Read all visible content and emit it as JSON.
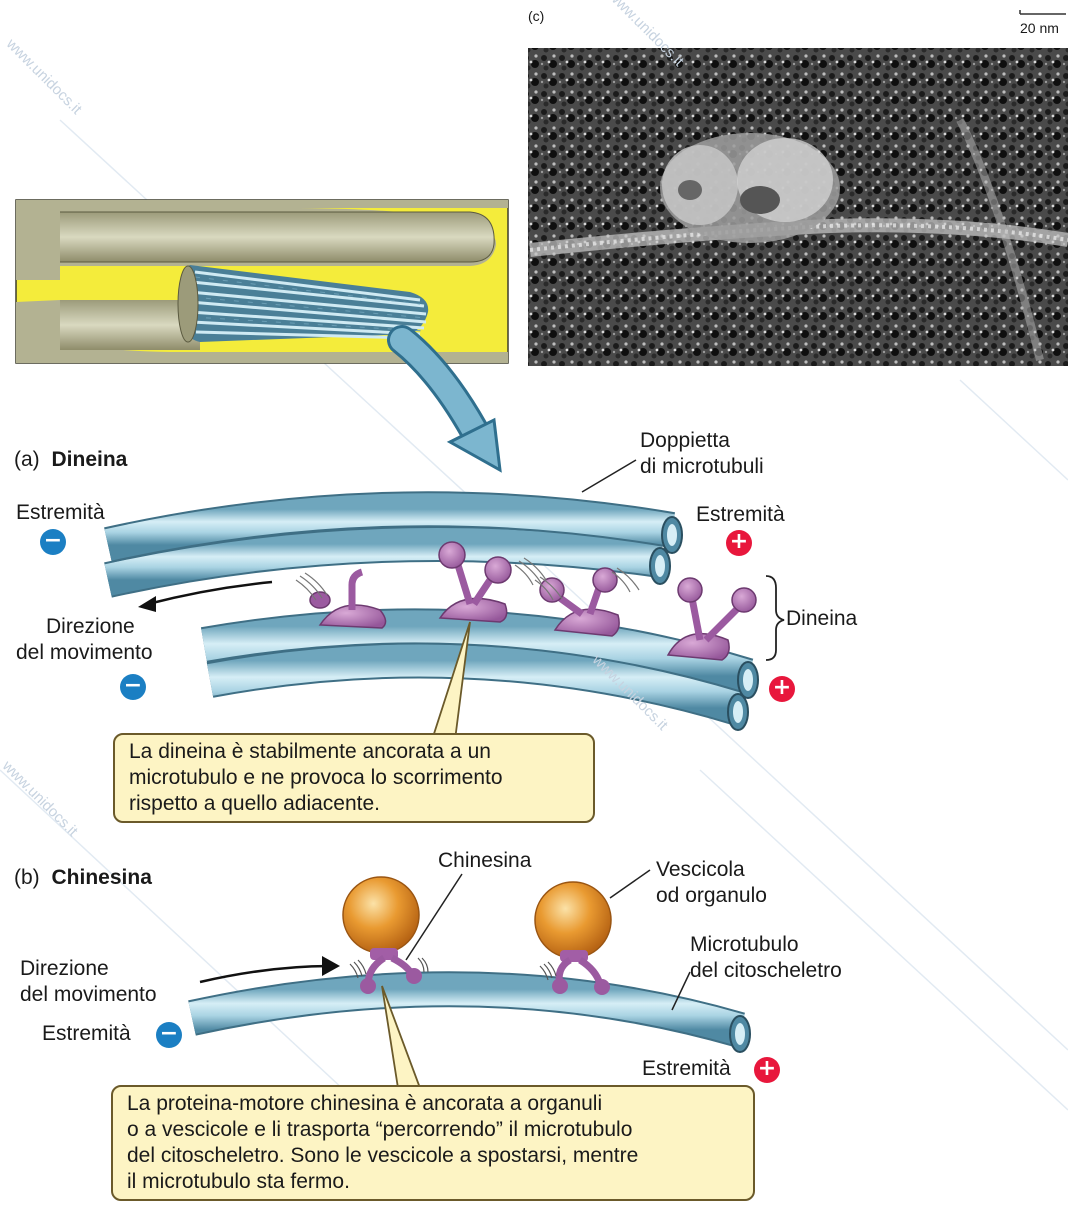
{
  "panel_c": {
    "label": "(c)",
    "scale_bar": "20 nm"
  },
  "panel_a": {
    "letter": "(a)",
    "title": "Dineina",
    "doublet_label": [
      "Doppietta",
      "di microtubuli"
    ],
    "minus_end_label": "Estremità",
    "plus_end_label": "Estremità",
    "dynein_label": "Dineina",
    "direction_label": [
      "Direzione",
      "del movimento"
    ],
    "minus_symbol": "−",
    "plus_symbol": "+",
    "callout": [
      "La dineina è stabilmente ancorata a un",
      "microtubulo e ne provoca lo scorrimento",
      "rispetto a quello adiacente."
    ]
  },
  "panel_b": {
    "letter": "(b)",
    "title": "Chinesina",
    "kinesin_label": "Chinesina",
    "vesicle_label": [
      "Vescicola",
      "od organulo"
    ],
    "microtubule_label": [
      "Microtubulo",
      "del citoscheletro"
    ],
    "direction_label": [
      "Direzione",
      "del movimento"
    ],
    "minus_end_label": "Estremità",
    "plus_end_label": "Estremità",
    "minus_symbol": "−",
    "plus_symbol": "+",
    "callout": [
      "La proteina-motore chinesina è ancorata a organuli",
      "o a vescicole e li trasporta “percorrendo” il microtubulo",
      "del citoscheletro. Sono le vescicole a spostarsi, mentre",
      "il microtubulo sta fermo."
    ]
  },
  "watermark": {
    "text": "www.unidocs.it"
  },
  "colors": {
    "microtubule": "#a9d3e3",
    "microtubule_dark": "#5e93ab",
    "dynein": "#b377b0",
    "vesicle": "#e0962a",
    "callout_bg": "#fdf4c4",
    "minus_badge": "#1b7fc3",
    "plus_badge": "#e8173c",
    "flagellum_bg": "#f4ec3b"
  }
}
